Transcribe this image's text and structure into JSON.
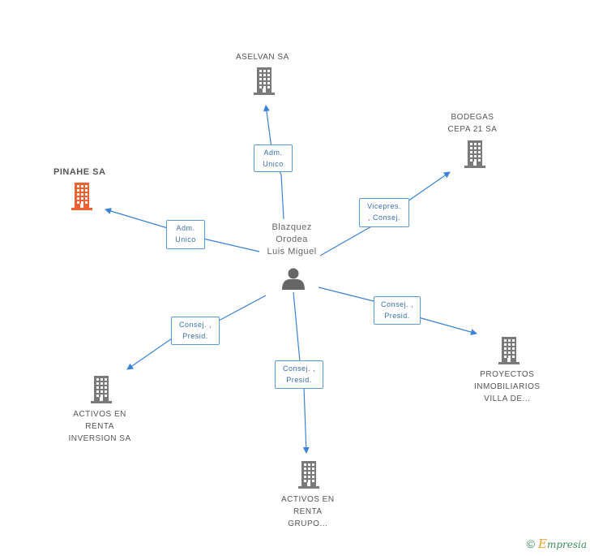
{
  "colors": {
    "edge": "#3b82d6",
    "building": "#7a7a7a",
    "building_highlight": "#f06030",
    "person": "#666666"
  },
  "center": {
    "lines": [
      "Blazquez",
      "Orodea",
      "Luis Miguel"
    ],
    "icon": "person-icon"
  },
  "nodes": [
    {
      "id": "aselvan",
      "lines": [
        "ASELVAN SA"
      ],
      "highlight": false,
      "icon": "building-icon"
    },
    {
      "id": "bodegas",
      "lines": [
        "BODEGAS",
        "CEPA 21 SA"
      ],
      "highlight": false,
      "icon": "building-icon"
    },
    {
      "id": "pinahe",
      "lines": [
        "PINAHE SA"
      ],
      "highlight": true,
      "icon": "building-icon"
    },
    {
      "id": "proyectos",
      "lines": [
        "PROYECTOS",
        "INMOBILIARIOS",
        "VILLA DE..."
      ],
      "highlight": false,
      "icon": "building-icon"
    },
    {
      "id": "activos-inversion",
      "lines": [
        "ACTIVOS EN",
        "RENTA",
        "INVERSION SA"
      ],
      "highlight": false,
      "icon": "building-icon"
    },
    {
      "id": "activos-grupo",
      "lines": [
        "ACTIVOS EN",
        "RENTA",
        "GRUPO..."
      ],
      "highlight": false,
      "icon": "building-icon"
    }
  ],
  "edges": [
    {
      "to": "aselvan",
      "lines": [
        "Adm.",
        "Unico"
      ]
    },
    {
      "to": "bodegas",
      "lines": [
        "Vicepres.",
        ", Consej."
      ]
    },
    {
      "to": "pinahe",
      "lines": [
        "Adm.",
        "Unico"
      ]
    },
    {
      "to": "proyectos",
      "lines": [
        "Consej. ,",
        "Presid."
      ]
    },
    {
      "to": "activos-inversion",
      "lines": [
        "Consej. ,",
        "Presid."
      ]
    },
    {
      "to": "activos-grupo",
      "lines": [
        "Consej. ,",
        "Presid."
      ]
    }
  ],
  "brand": {
    "copyright": "©",
    "e": "E",
    "rest": "mpresia"
  }
}
